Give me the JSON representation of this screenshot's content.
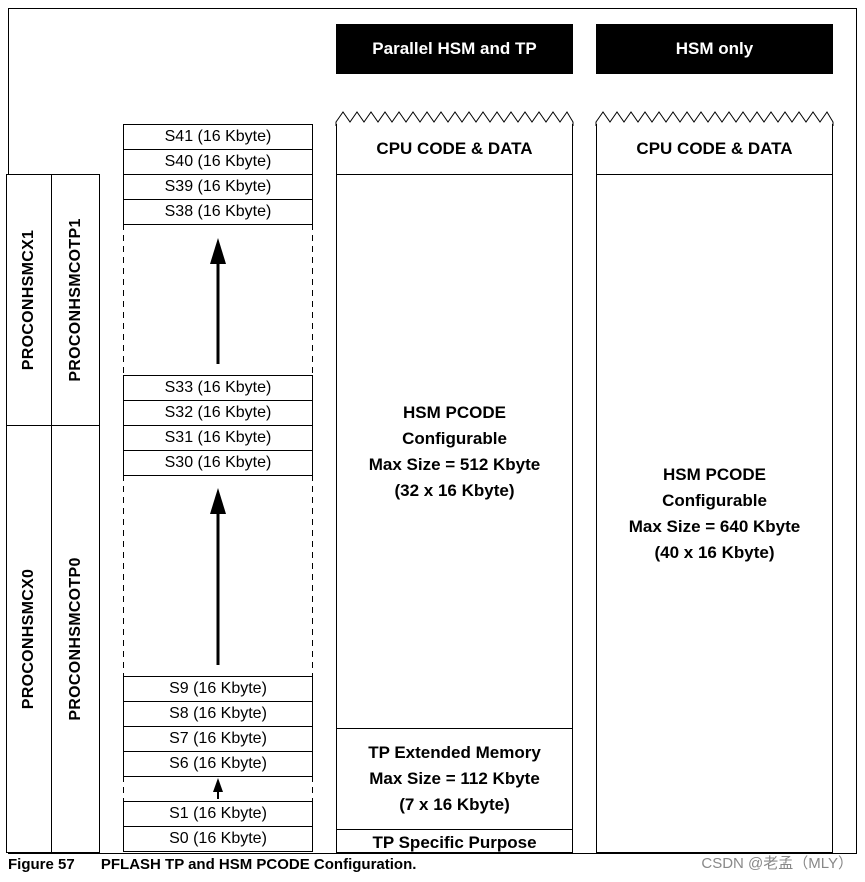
{
  "headers": {
    "parallel": "Parallel HSM and TP",
    "hsm_only": "HSM only"
  },
  "left_labels": {
    "cx1": "PROCONHSMCX1",
    "cotp1": "PROCONHSMCOTP1",
    "cx0": "PROCONHSMCX0",
    "cotp0": "PROCONHSMCOTP0"
  },
  "sectors_upper": [
    "S41 (16 Kbyte)",
    "S40 (16 Kbyte)",
    "S39 (16 Kbyte)",
    "S38 (16 Kbyte)"
  ],
  "sectors_middle": [
    "S33 (16 Kbyte)",
    "S32 (16 Kbyte)",
    "S31 (16 Kbyte)",
    "S30 (16 Kbyte)"
  ],
  "sectors_lower": [
    "S9 (16 Kbyte)",
    "S8 (16 Kbyte)",
    "S7 (16 Kbyte)",
    "S6 (16 Kbyte)"
  ],
  "sectors_bottom": [
    "S1 (16 Kbyte)",
    "S0 (16 Kbyte)"
  ],
  "parallel": {
    "cpu": "CPU CODE & DATA",
    "pcode_lines": [
      "HSM PCODE",
      "Configurable",
      "Max Size = 512 Kbyte",
      "(32 x 16 Kbyte)"
    ],
    "tp_ext_lines": [
      "TP Extended Memory",
      "Max Size = 112 Kbyte",
      "(7 x 16 Kbyte)"
    ],
    "tp_specific": "TP Specific Purpose"
  },
  "hsm_only": {
    "cpu": "CPU CODE & DATA",
    "pcode_lines": [
      "HSM PCODE",
      "Configurable",
      "Max Size = 640 Kbyte",
      "(40 x 16 Kbyte)"
    ]
  },
  "caption": {
    "figure": "Figure 57",
    "title": "PFLASH TP and HSM PCODE Configuration."
  },
  "watermark": "CSDN @老孟（MLY）"
}
